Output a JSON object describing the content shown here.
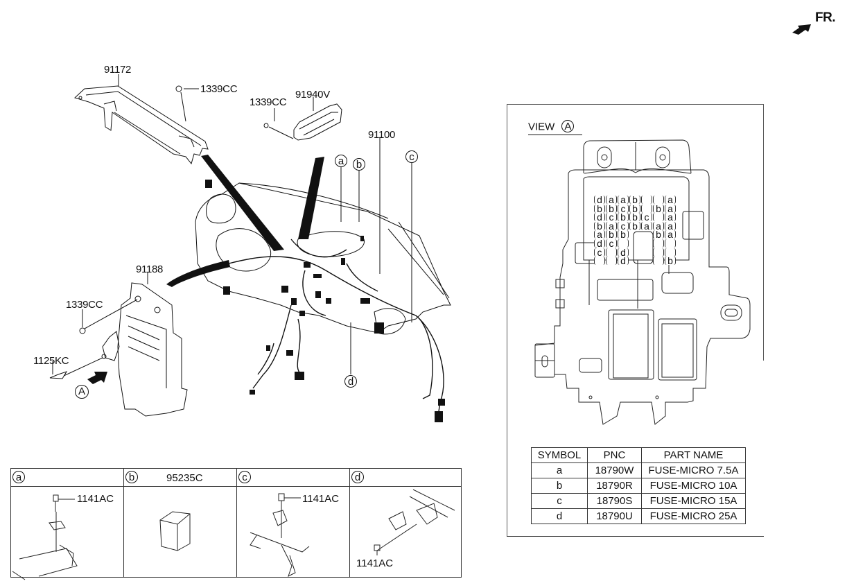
{
  "orientation": {
    "label": "FR.",
    "icon": "front-direction-arrow-icon"
  },
  "main_diagram": {
    "callouts": [
      {
        "id": "bracket",
        "part_no": "91172",
        "desc": "instrument panel harness bracket"
      },
      {
        "id": "nut-top",
        "part_no": "1339CC"
      },
      {
        "id": "nut-module",
        "part_no": "1339CC"
      },
      {
        "id": "module",
        "part_no": "91940V"
      },
      {
        "id": "main-harness",
        "part_no": "91100"
      },
      {
        "id": "junction-box",
        "part_no": "91188"
      },
      {
        "id": "nut-jb",
        "part_no": "1339CC"
      },
      {
        "id": "bolt-jb",
        "part_no": "1125KC"
      }
    ],
    "view_marker": "A",
    "detail_refs": [
      "a",
      "b",
      "c",
      "d"
    ]
  },
  "view_panel": {
    "title": "VIEW",
    "view_marker": "A",
    "fuse_grid": {
      "columns": 7,
      "rows": [
        [
          "d",
          "a",
          "a",
          "b",
          "",
          "",
          "a"
        ],
        [
          "b",
          "b",
          "c",
          "b",
          "",
          "b",
          "a"
        ],
        [
          "d",
          "c",
          "b",
          "b",
          "c",
          "",
          "a"
        ],
        [
          "b",
          "a",
          "c",
          "b",
          "a",
          "a",
          "a"
        ],
        [
          "a",
          "b",
          "b",
          null,
          null,
          "b",
          "a"
        ],
        [
          "d",
          "c",
          "",
          null,
          null,
          "",
          ""
        ],
        [
          "c",
          "",
          "d",
          null,
          null,
          "",
          ""
        ],
        [
          "",
          "",
          "d",
          null,
          null,
          "",
          "b"
        ]
      ]
    },
    "legend": {
      "headers": [
        "SYMBOL",
        "PNC",
        "PART NAME"
      ],
      "rows": [
        {
          "symbol": "a",
          "pnc": "18790W",
          "part_name": "FUSE-MICRO 7.5A"
        },
        {
          "symbol": "b",
          "pnc": "18790R",
          "part_name": "FUSE-MICRO 10A"
        },
        {
          "symbol": "c",
          "pnc": "18790S",
          "part_name": "FUSE-MICRO 15A"
        },
        {
          "symbol": "d",
          "pnc": "18790U",
          "part_name": "FUSE-MICRO 25A"
        }
      ]
    }
  },
  "details": [
    {
      "ref": "a",
      "title": "",
      "part_no": "1141AC"
    },
    {
      "ref": "b",
      "title": "95235C",
      "part_no": ""
    },
    {
      "ref": "c",
      "title": "",
      "part_no": "1141AC"
    },
    {
      "ref": "d",
      "title": "",
      "part_no": "1141AC"
    }
  ]
}
